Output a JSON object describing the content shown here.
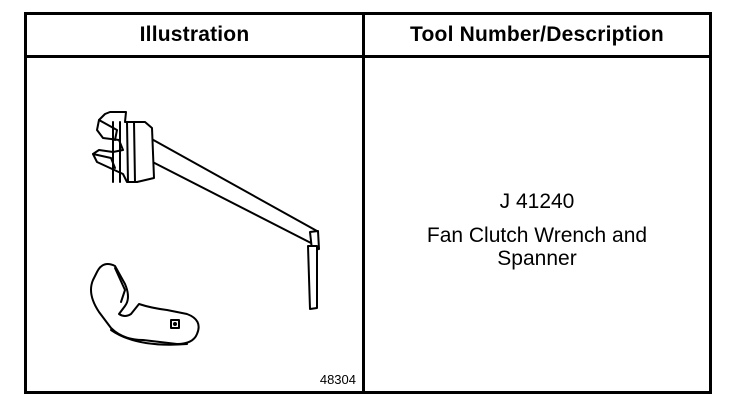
{
  "table": {
    "headers": {
      "illustration": "Illustration",
      "tool": "Tool Number/Description"
    },
    "row": {
      "figure_number": "48304",
      "illustration_icons": [
        "fan-clutch-wrench-icon",
        "spanner-icon"
      ],
      "tool_number": "J 41240",
      "tool_description": "Fan Clutch Wrench and Spanner"
    }
  }
}
